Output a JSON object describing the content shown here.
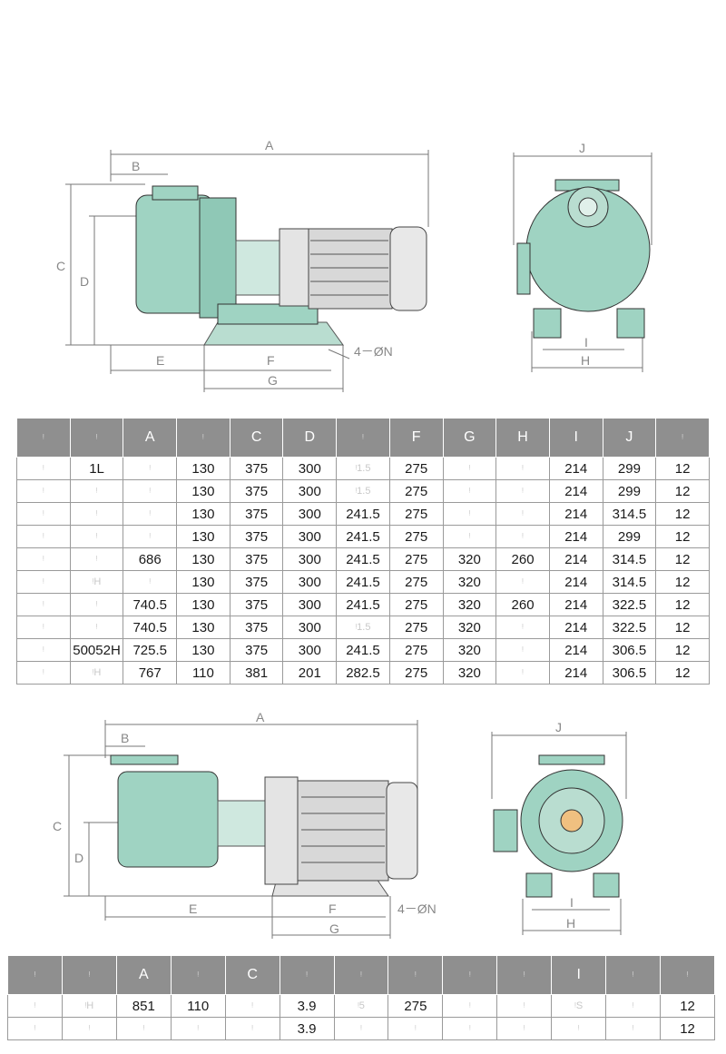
{
  "colors": {
    "pump_body": "#9fd3c2",
    "motor": "#e8e8e8",
    "dim_line": "#777777",
    "header_bg": "#8f8f8f"
  },
  "drawing1": {
    "labels": {
      "A": "A",
      "B": "B",
      "C": "C",
      "D": "D",
      "E": "E",
      "F": "F",
      "G": "G",
      "N": "4－ØN",
      "J": "J",
      "I": "I",
      "H": "H"
    }
  },
  "drawing2": {
    "labels": {
      "A": "A",
      "B": "B",
      "C": "C",
      "D": "D",
      "E": "E",
      "F": "F",
      "G": "G",
      "N": "4－ØN",
      "J": "J",
      "I": "I",
      "H": "H"
    }
  },
  "table1": {
    "headers": [
      "ᵎ",
      "ᵎ",
      "A",
      "ᵎ",
      "C",
      "D",
      "ᵎ",
      "F",
      "G",
      "H",
      "I",
      "J",
      "ᵎ"
    ],
    "rows": [
      [
        "ᵎ",
        "1L",
        "ᵎ",
        "130",
        "375",
        "300",
        "ᵎ1.5",
        "275",
        "ᵎ",
        "ᵎ",
        "214",
        "299",
        "12"
      ],
      [
        "ᵎ",
        "ᵎ",
        "ᵎ",
        "130",
        "375",
        "300",
        "ᵎ1.5",
        "275",
        "ᵎ",
        "ᵎ",
        "214",
        "299",
        "12"
      ],
      [
        "ᵎ",
        "ᵎ",
        "ᵎ",
        "130",
        "375",
        "300",
        "241.5",
        "275",
        "ᵎ",
        "ᵎ",
        "214",
        "314.5",
        "12"
      ],
      [
        "ᵎ",
        "ᵎ",
        "ᵎ",
        "130",
        "375",
        "300",
        "241.5",
        "275",
        "ᵎ",
        "ᵎ",
        "214",
        "299",
        "12"
      ],
      [
        "ᵎ",
        "ᵎ",
        "686",
        "130",
        "375",
        "300",
        "241.5",
        "275",
        "320",
        "260",
        "214",
        "314.5",
        "12"
      ],
      [
        "ᵎ",
        "ᵎH",
        "ᵎ",
        "130",
        "375",
        "300",
        "241.5",
        "275",
        "320",
        "ᵎ",
        "214",
        "314.5",
        "12"
      ],
      [
        "ᵎ",
        "ᵎ",
        "740.5",
        "130",
        "375",
        "300",
        "241.5",
        "275",
        "320",
        "260",
        "214",
        "322.5",
        "12"
      ],
      [
        "ᵎ",
        "ᵎ",
        "740.5",
        "130",
        "375",
        "300",
        "ᵎ1.5",
        "275",
        "320",
        "ᵎ",
        "214",
        "322.5",
        "12"
      ],
      [
        "ᵎ",
        "50052H",
        "725.5",
        "130",
        "375",
        "300",
        "241.5",
        "275",
        "320",
        "ᵎ",
        "214",
        "306.5",
        "12"
      ],
      [
        "ᵎ",
        "ᵎH",
        "767",
        "110",
        "381",
        "201",
        "282.5",
        "275",
        "320",
        "ᵎ",
        "214",
        "306.5",
        "12"
      ]
    ]
  },
  "table2": {
    "headers": [
      "ᵎ",
      "ᵎ",
      "A",
      "ᵎ",
      "C",
      "ᵎ",
      "ᵎ",
      "ᵎ",
      "ᵎ",
      "ᵎ",
      "I",
      "ᵎ",
      "ᵎ"
    ],
    "rows": [
      [
        "ᵎ",
        "ᵎH",
        "851",
        "110",
        "ᵎ",
        "3.9",
        "ᵎ5",
        "275",
        "ᵎ",
        "ᵎ",
        "ᵎS",
        "ᵎ",
        "12"
      ],
      [
        "ᵎ",
        "ᵎ",
        "ᵎ",
        "ᵎ",
        "ᵎ",
        "3.9",
        "ᵎ",
        "ᵎ",
        "ᵎ",
        "ᵎ",
        "ᵎ",
        "ᵎ",
        "12"
      ]
    ]
  }
}
